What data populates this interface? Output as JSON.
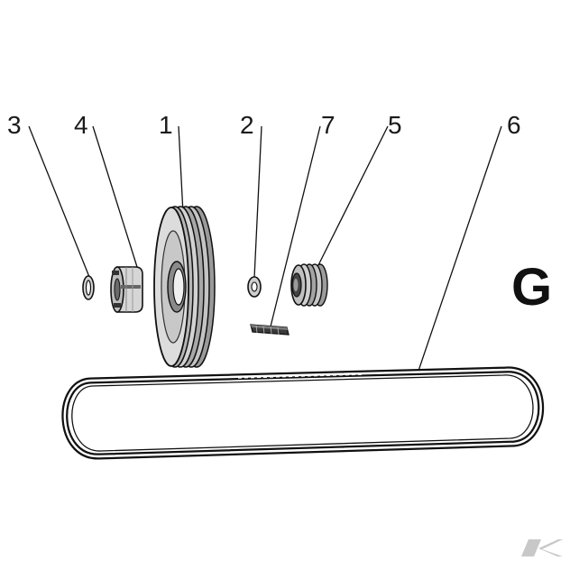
{
  "diagram": {
    "section_letter": "G",
    "callouts": [
      {
        "id": "3",
        "label": "3",
        "part": "retaining-ring"
      },
      {
        "id": "4",
        "label": "4",
        "part": "taper-bushing"
      },
      {
        "id": "1",
        "label": "1",
        "part": "triple-groove-pulley"
      },
      {
        "id": "2",
        "label": "2",
        "part": "small-ring"
      },
      {
        "id": "7",
        "label": "7",
        "part": "key"
      },
      {
        "id": "5",
        "label": "5",
        "part": "small-pulley"
      },
      {
        "id": "6",
        "label": "6",
        "part": "v-belt"
      }
    ]
  },
  "watermark": {
    "icon": "kramp-k-logo",
    "color": "#c8c8c8"
  }
}
